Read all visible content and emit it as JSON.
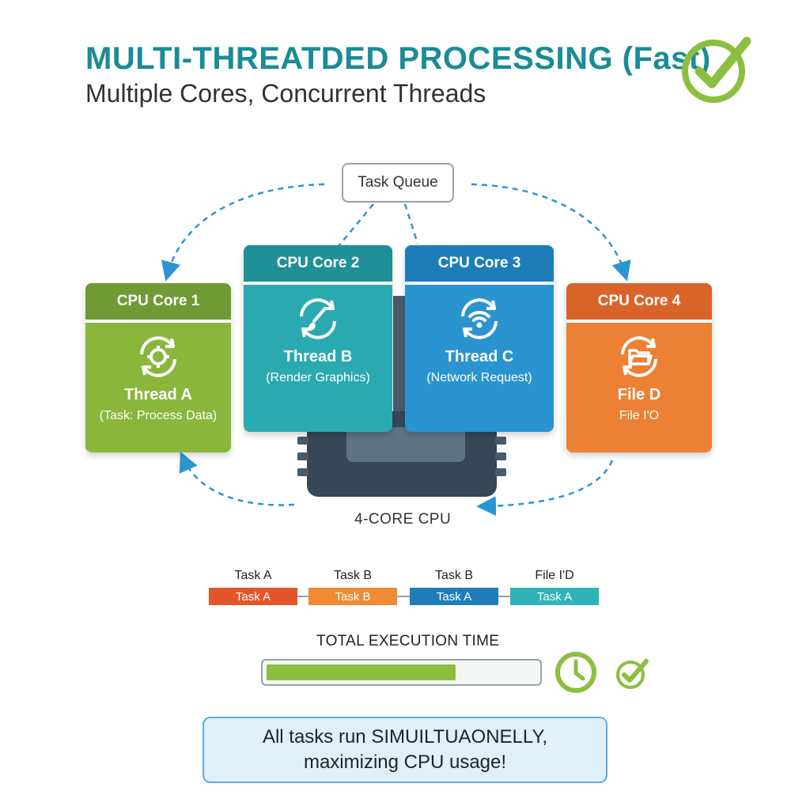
{
  "header": {
    "title": "MULTI-THREATDED PROCESSING (Fast)",
    "subtitle": "Multiple Cores, Concurrent Threads",
    "check_icon": "check-circle-icon"
  },
  "queue": {
    "label": "Task Queue"
  },
  "cores": [
    {
      "header": "CPU Core 1",
      "thread": "Thread A",
      "task": "(Task: Process Data)",
      "icon": "gear-cycle-icon",
      "color": "#8ab63c"
    },
    {
      "header": "CPU Core 2",
      "thread": "Thread B",
      "task": "(Render Graphics)",
      "icon": "brush-cycle-icon",
      "color": "#2aaab0"
    },
    {
      "header": "CPU Core 3",
      "thread": "Thread C",
      "task": "(Network Request)",
      "icon": "wifi-cycle-icon",
      "color": "#2a94d0"
    },
    {
      "header": "CPU Core 4",
      "thread": "File D",
      "task": "File I'O",
      "icon": "folder-cycle-icon",
      "color": "#ec8034"
    }
  ],
  "cpu": {
    "label": "4-CORE CPU"
  },
  "timeline": [
    {
      "top_label": "Task A",
      "bar_label": "Task A",
      "color": "#e2562a"
    },
    {
      "top_label": "Task B",
      "bar_label": "Task B",
      "color": "#f08a34"
    },
    {
      "top_label": "Task B",
      "bar_label": "Task A",
      "color": "#1e7db8"
    },
    {
      "top_label": "File I'D",
      "bar_label": "Task A",
      "color": "#30b3b8"
    }
  ],
  "execution": {
    "label": "TOTAL EXECUTION TIME",
    "progress": 0.7,
    "clock_icon": "clock-icon",
    "check_icon": "check-circle-icon"
  },
  "note": {
    "line1": "All tasks run SIMUILTUAONELLY,",
    "line2": "maximizing CPU usage!"
  }
}
